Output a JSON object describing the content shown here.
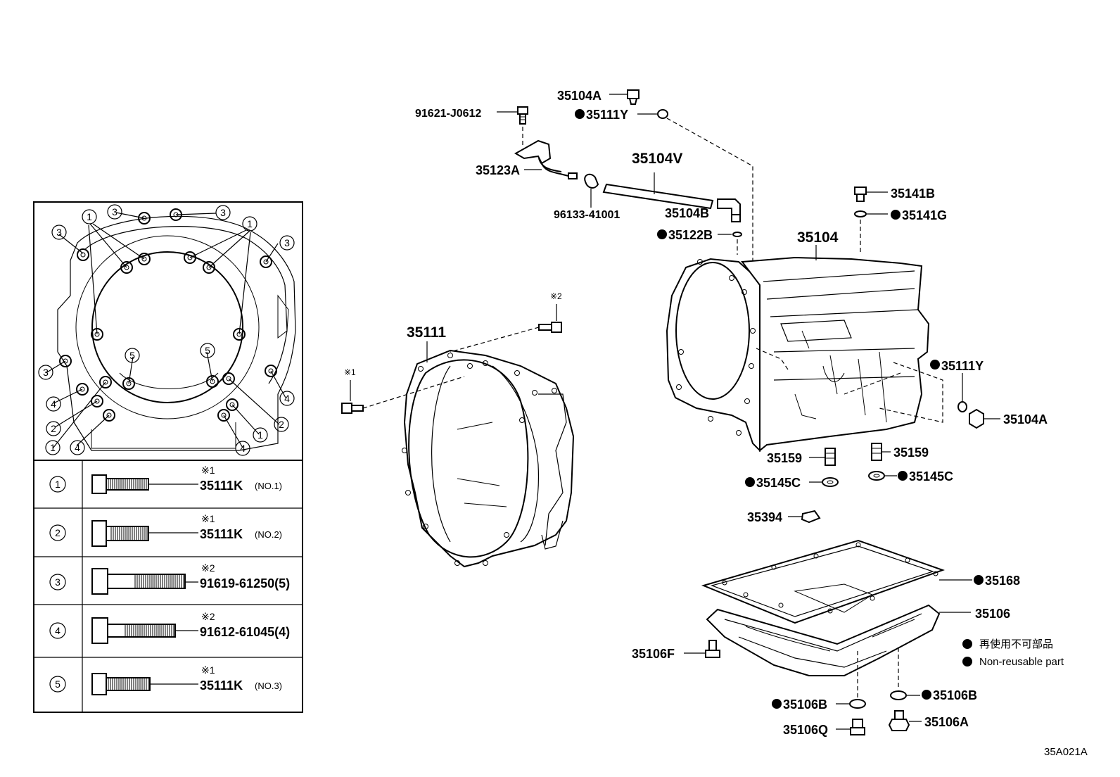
{
  "diagram_code": "35A021A",
  "legend": {
    "jp": "再使用不可部品",
    "en": "Non-reusable part"
  },
  "marks": {
    "m1": "※1",
    "m2": "※2"
  },
  "inset": {
    "circle_numbers": [
      "1",
      "2",
      "3",
      "4",
      "5"
    ],
    "table": [
      {
        "num": "1",
        "mark": "※1",
        "part": "35111K",
        "note": "(NO.1)"
      },
      {
        "num": "2",
        "mark": "※1",
        "part": "35111K",
        "note": "(NO.2)"
      },
      {
        "num": "3",
        "mark": "※2",
        "part": "91619-61250(5)",
        "note": ""
      },
      {
        "num": "4",
        "mark": "※2",
        "part": "91612-61045(4)",
        "note": ""
      },
      {
        "num": "5",
        "mark": "※1",
        "part": "35111K",
        "note": "(NO.3)"
      }
    ]
  },
  "parts": {
    "p35104A_top": "35104A",
    "p35111Y_top": "35111Y",
    "p91621": "91621-J0612",
    "p35123A": "35123A",
    "p35104V": "35104V",
    "p96133": "96133-41001",
    "p35104B": "35104B",
    "p35122B": "35122B",
    "p35141B": "35141B",
    "p35141G": "35141G",
    "p35104": "35104",
    "p35111": "35111",
    "p35111Y_right": "35111Y",
    "p35104A_right": "35104A",
    "p35159_left": "35159",
    "p35159_right": "35159",
    "p35145C_left": "35145C",
    "p35145C_right": "35145C",
    "p35394": "35394",
    "p35168": "35168",
    "p35106": "35106",
    "p35106F": "35106F",
    "p35106B_left": "35106B",
    "p35106B_right": "35106B",
    "p35106Q": "35106Q",
    "p35106A": "35106A"
  }
}
